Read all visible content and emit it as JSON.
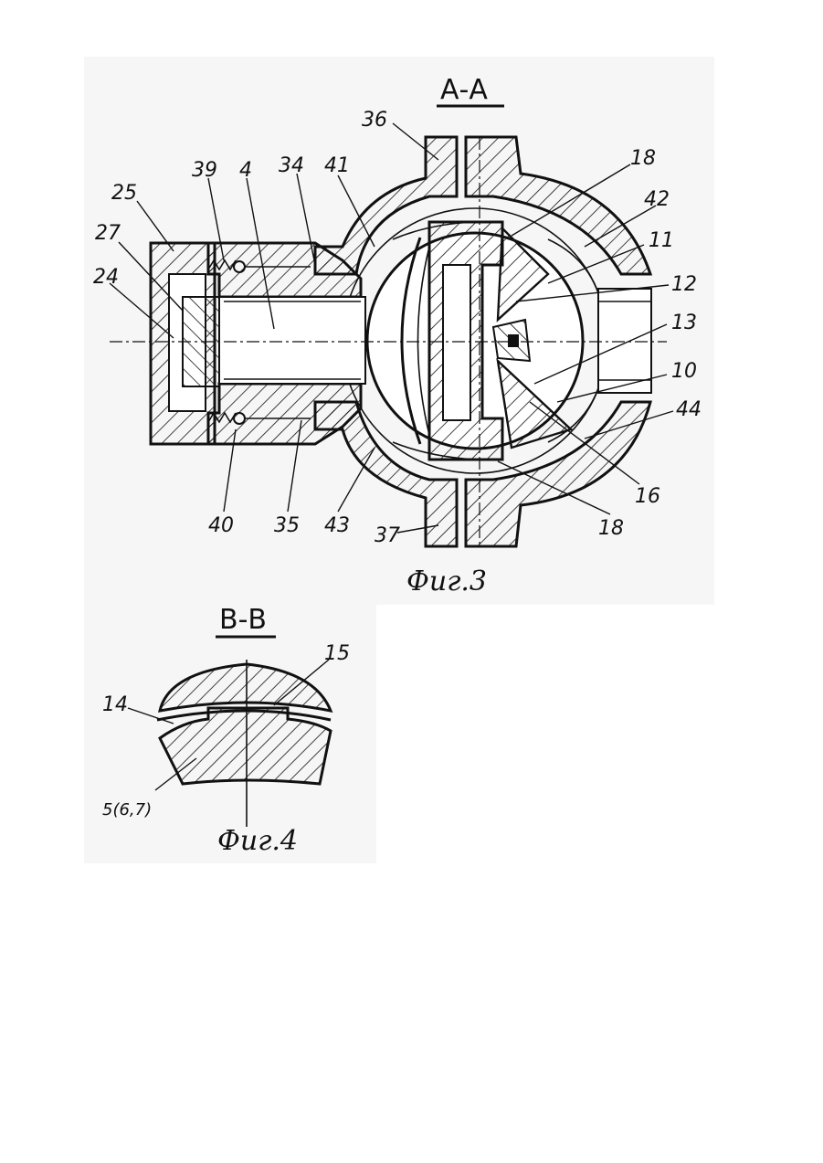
{
  "figure3": {
    "section_title": "А-А",
    "caption": "Фиг.3",
    "labels": {
      "l36": "36",
      "l18a": "18",
      "l39": "39",
      "l4": "4",
      "l34": "34",
      "l41": "41",
      "l42": "42",
      "l25": "25",
      "l11": "11",
      "l27": "27",
      "l12": "12",
      "l24": "24",
      "l13": "13",
      "l10": "10",
      "l44": "44",
      "l16": "16",
      "l40": "40",
      "l35": "35",
      "l43": "43",
      "l37": "37",
      "l18b": "18"
    }
  },
  "figure4": {
    "section_title": "В-В",
    "caption": "Фиг.4",
    "labels": {
      "l15": "15",
      "l14": "14",
      "l5": "5(6,7)"
    }
  },
  "colors": {
    "ink": "#111111",
    "paper": "#ffffff",
    "scan_tint": "#f6f6f6"
  }
}
